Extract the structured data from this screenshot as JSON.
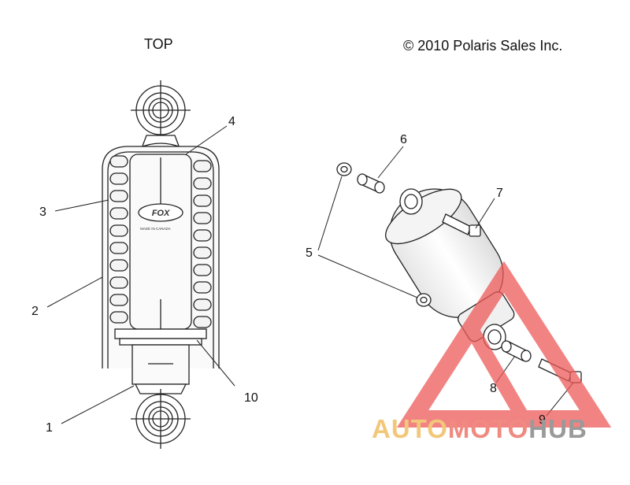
{
  "header": {
    "top_label": "TOP",
    "copyright": "© 2010 Polaris Sales Inc."
  },
  "callouts": [
    "1",
    "2",
    "3",
    "4",
    "5",
    "6",
    "7",
    "8",
    "9",
    "10"
  ],
  "shock_badge": "FOX",
  "shock_fineprint": "MADE IN CANADA",
  "watermark": {
    "part1": "AUTO",
    "part2": "MOTO",
    "part3": "HUB",
    "color_auto": "#f2c77a",
    "color_moto": "#f08a80",
    "color_hub": "#9a9a9a",
    "triangle_color": "#ee5a5a"
  },
  "colors": {
    "line": "#222222",
    "spring_fill": "#f4f4f4",
    "body_fill": "#fafafa"
  }
}
